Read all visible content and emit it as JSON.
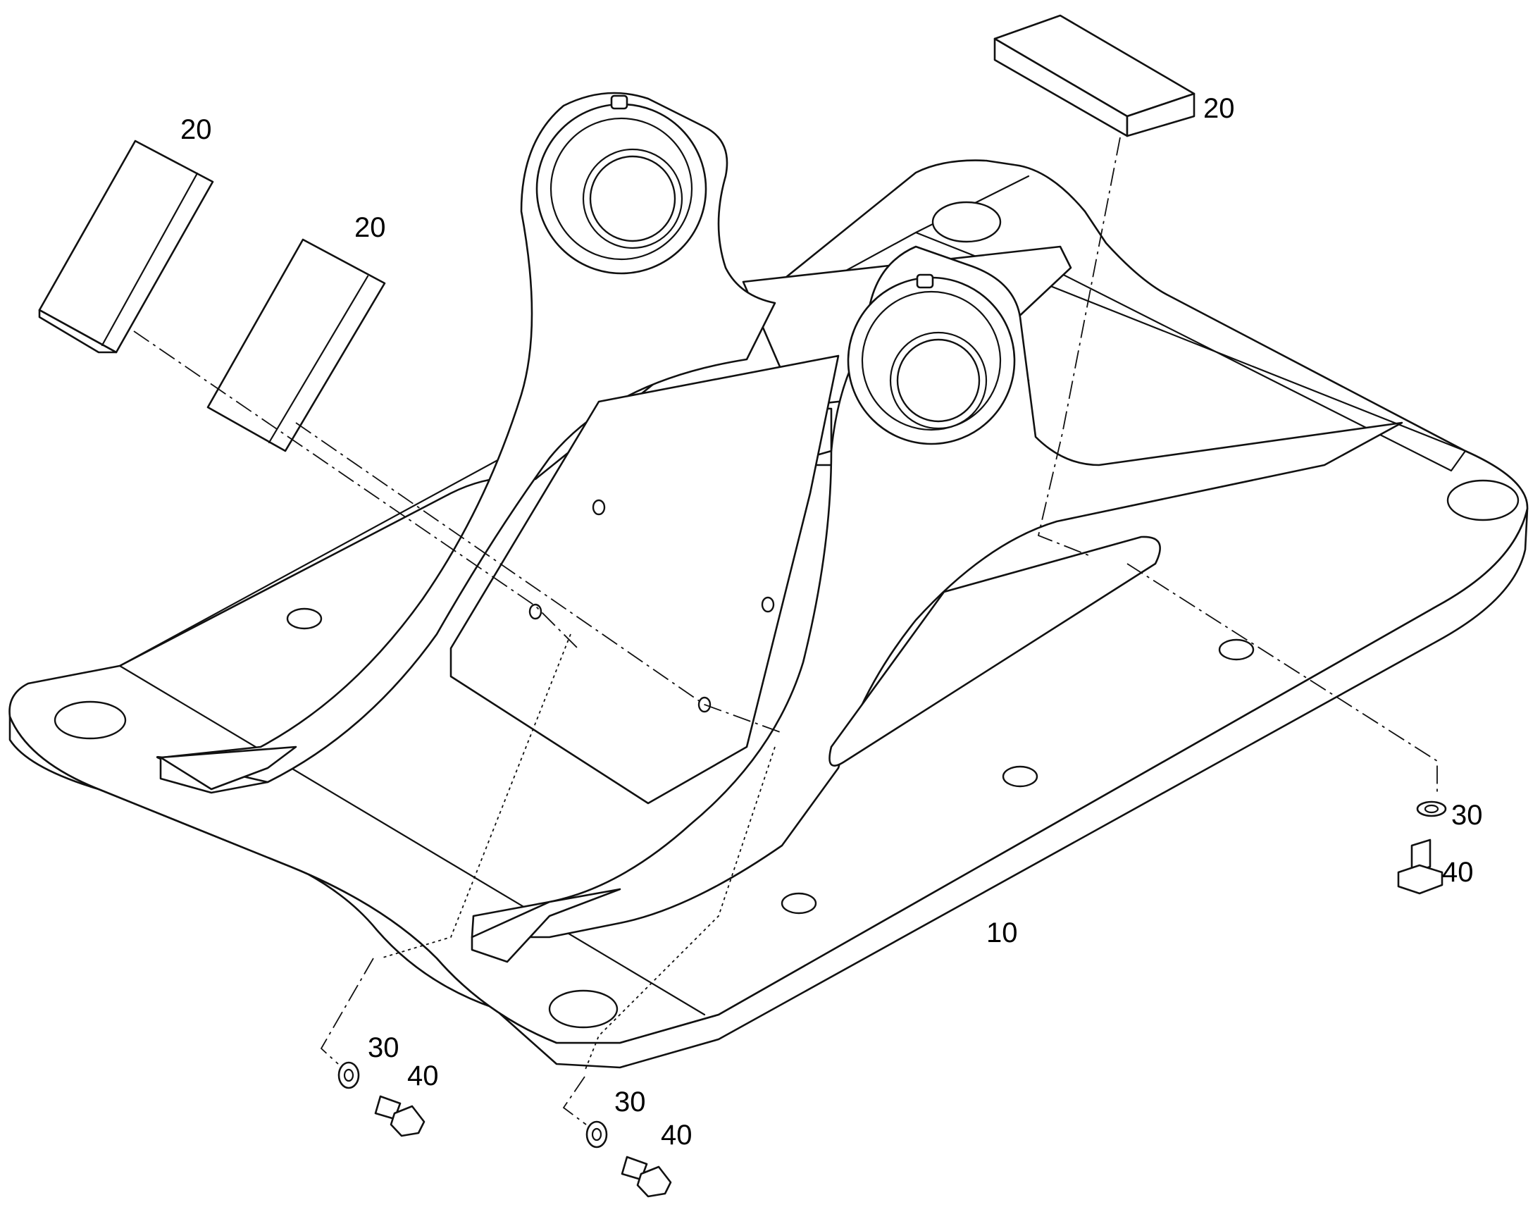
{
  "diagram": {
    "callouts": [
      {
        "id": "c-20-top-right",
        "text": "20"
      },
      {
        "id": "c-20-left-upper",
        "text": "20"
      },
      {
        "id": "c-20-left-lower",
        "text": "20"
      },
      {
        "id": "c-10",
        "text": "10"
      },
      {
        "id": "c-30-right",
        "text": "30"
      },
      {
        "id": "c-40-right",
        "text": "40"
      },
      {
        "id": "c-30-bottom-left",
        "text": "30"
      },
      {
        "id": "c-40-bottom-left",
        "text": "40"
      },
      {
        "id": "c-30-bottom-mid",
        "text": "30"
      },
      {
        "id": "c-40-bottom-mid",
        "text": "40"
      }
    ]
  }
}
